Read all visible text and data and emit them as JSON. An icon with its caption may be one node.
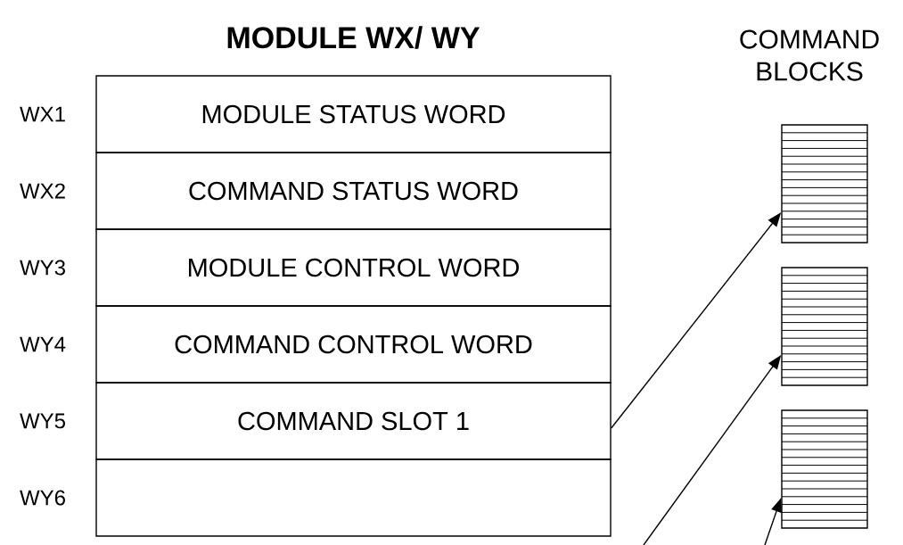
{
  "diagram": {
    "title": "MODULE WX/ WY",
    "nodes": [
      {
        "text": [
          "MODULE STATUS WORD"
        ],
        "beside": [
          "WX1"
        ]
      },
      {
        "text": [
          "COMMAND STATUS WORD"
        ],
        "beside": [
          "WX2"
        ]
      },
      {
        "text": [
          "MODULE CONTROL WORD"
        ],
        "beside": [
          "WY3"
        ]
      },
      {
        "text": [
          "COMMAND CONTROL WORD"
        ],
        "beside": [
          "WY4"
        ]
      },
      {
        "text": [
          "COMMAND SLOT 1"
        ],
        "beside": [
          "WY5"
        ]
      },
      {
        "text": [],
        "shape": "box",
        "beside": [
          "WY6"
        ]
      },
      {
        "text": [],
        "shape": "box"
      },
      {
        "text": [],
        "shape": "box"
      },
      {
        "text": [],
        "shape": "box"
      }
    ],
    "edges": [
      {
        "from": 4,
        "to": 6,
        "arrow": "to"
      },
      {
        "from": null,
        "to": 7,
        "arrow": "to"
      },
      {
        "from": null,
        "to": 8,
        "arrow": "to"
      }
    ],
    "labels": [
      "COMMAND BLOCKS"
    ]
  }
}
